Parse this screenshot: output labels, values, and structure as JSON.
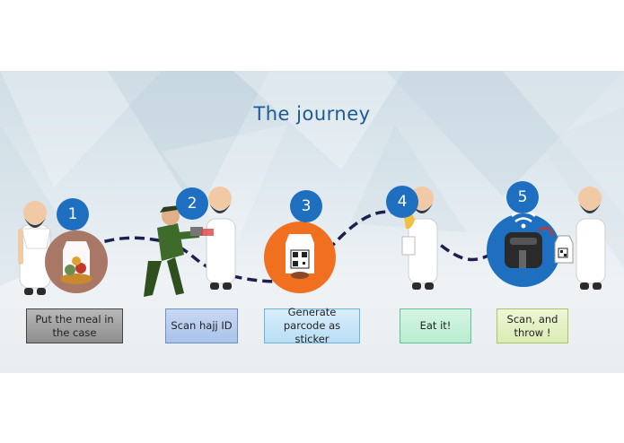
{
  "title": "The journey",
  "steps": [
    {
      "number": "1",
      "label": "Put the meal in the case",
      "color": "#8e8e8e"
    },
    {
      "number": "2",
      "label": "Scan hajj ID",
      "color": "#a9c3ea"
    },
    {
      "number": "3",
      "label": "Generate parcode as sticker",
      "color": "#b8def5"
    },
    {
      "number": "4",
      "label": "Eat it!",
      "color": "#b7ecd0"
    },
    {
      "number": "5",
      "label": "Scan, and throw !",
      "color": "#dbecb3"
    }
  ],
  "colors": {
    "title": "#1d5a95",
    "step_circle": "#1f6fc0",
    "path": "#1f1f4f",
    "sticker_circle": "#f07020",
    "scanner_circle": "#1f6fc0",
    "meal_circle": "#a87766"
  }
}
